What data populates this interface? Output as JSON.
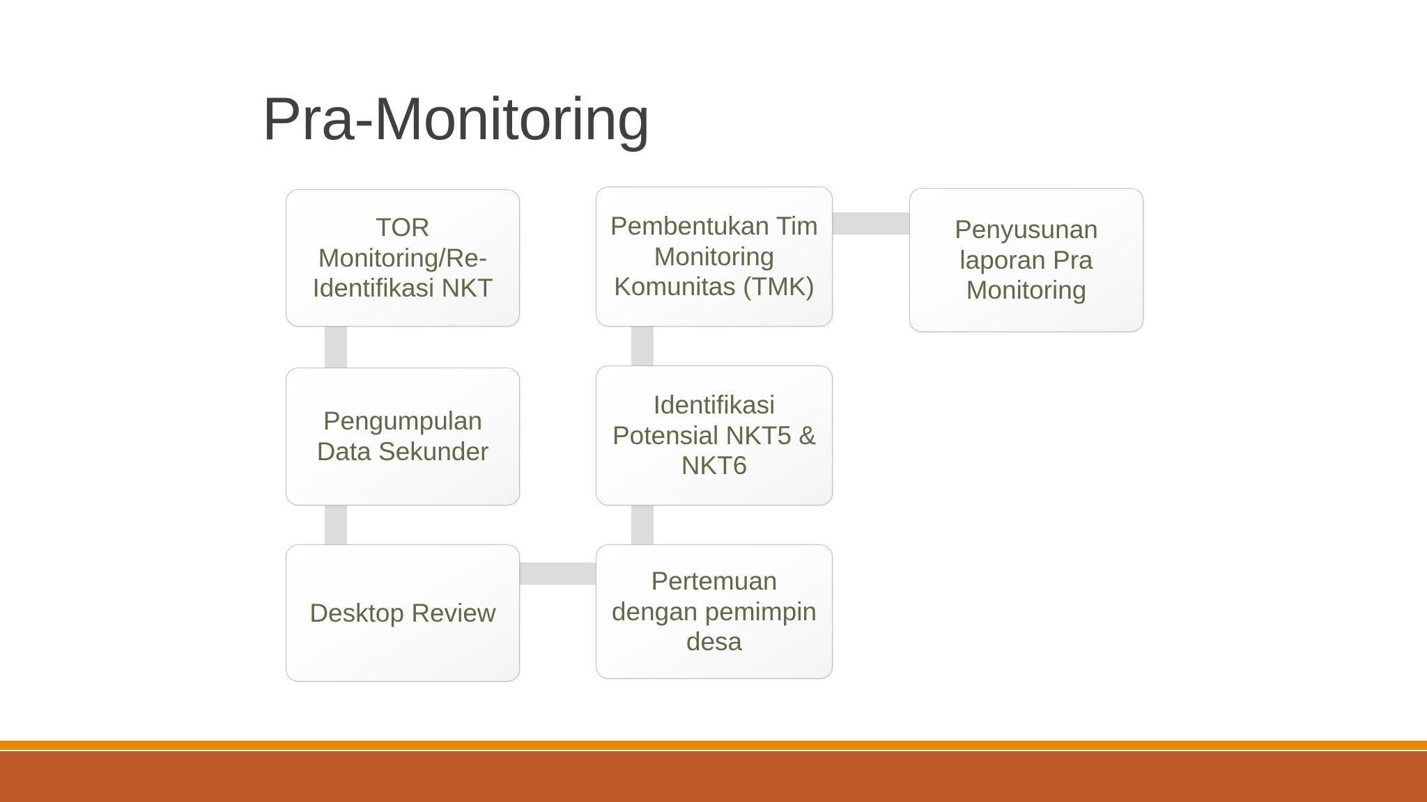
{
  "slide": {
    "title": "Pra-Monitoring",
    "background_color": "#ffffff",
    "title_color": "#404040"
  },
  "theme": {
    "node_text_color": "#636647",
    "node_border_color": "#bfbfbf",
    "connector_color": "#dcdcdc",
    "accent_bar_color": "#e3870d",
    "footer_bar_color": "#bd5a27"
  },
  "diagram": {
    "type": "process-flow",
    "nodes": [
      {
        "id": "tor",
        "label": "TOR\nMonitoring/Re-\nIdentifikasi NKT",
        "row": 1,
        "col": 1
      },
      {
        "id": "tmk",
        "label": "Pembentukan Tim\nMonitoring\nKomunitas (TMK)",
        "row": 1,
        "col": 2
      },
      {
        "id": "laporan",
        "label": "Penyusunan\nlaporan Pra\nMonitoring",
        "row": 1,
        "col": 3
      },
      {
        "id": "sekunder",
        "label": "Pengumpulan\nData Sekunder",
        "row": 2,
        "col": 1
      },
      {
        "id": "nkt56",
        "label": "Identifikasi\nPotensial NKT5 &\nNKT6",
        "row": 2,
        "col": 2
      },
      {
        "id": "desktop",
        "label": "Desktop Review",
        "row": 3,
        "col": 1
      },
      {
        "id": "pertemuan",
        "label": "Pertemuan\ndengan pemimpin\ndesa",
        "row": 3,
        "col": 2
      }
    ],
    "connectors": [
      {
        "id": "tor-to-sekunder",
        "from": "tor",
        "to": "sekunder",
        "orientation": "vertical"
      },
      {
        "id": "sekunder-to-desktop",
        "from": "sekunder",
        "to": "desktop",
        "orientation": "vertical"
      },
      {
        "id": "desktop-to-pertemuan",
        "from": "desktop",
        "to": "pertemuan",
        "orientation": "horizontal"
      },
      {
        "id": "pertemuan-to-nkt56",
        "from": "pertemuan",
        "to": "nkt56",
        "orientation": "vertical"
      },
      {
        "id": "nkt56-to-tmk",
        "from": "nkt56",
        "to": "tmk",
        "orientation": "vertical"
      },
      {
        "id": "tmk-to-laporan",
        "from": "tmk",
        "to": "laporan",
        "orientation": "horizontal"
      }
    ]
  },
  "footer": {
    "accent_bar": "",
    "main_bar": ""
  }
}
